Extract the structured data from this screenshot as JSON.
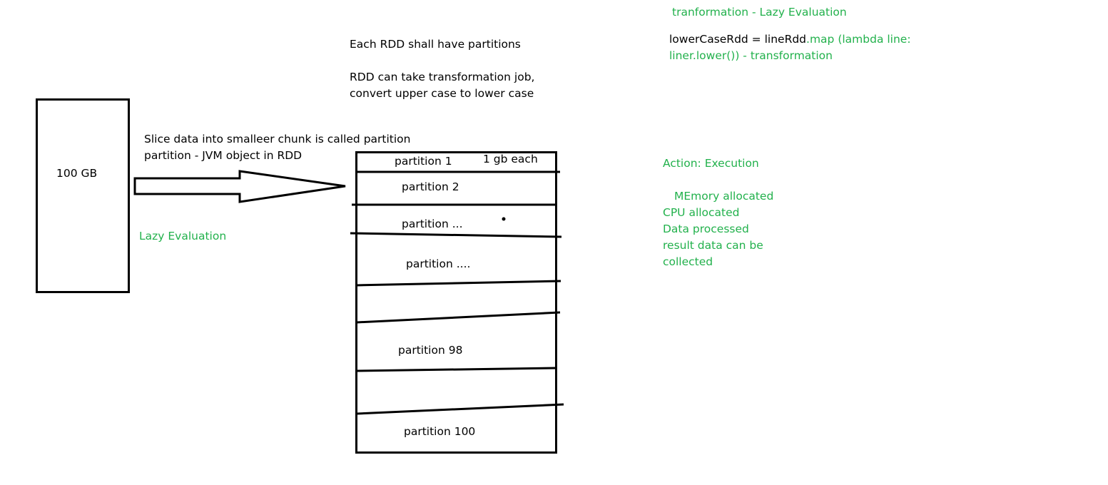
{
  "colors": {
    "ink": "#000000",
    "accent_green": "#22b14c",
    "background": "#ffffff"
  },
  "source_box": {
    "label": "100 GB"
  },
  "arrow_annotation": {
    "line1": "Slice data into smalleer chunk is called partition",
    "line2": "partition - JVM object in RDD"
  },
  "lazy_label": "Lazy Evaluation",
  "rdd_notes": {
    "line1": "Each RDD shall have partitions",
    "line2": "RDD can take transformation job,",
    "line3": "convert upper case to lower case"
  },
  "partitions": {
    "p1": "partition 1",
    "size_note": "1 gb each",
    "p2": "partition 2",
    "p3": "partition ...",
    "p4": "partition ....",
    "p98": "partition 98",
    "p100": "partition 100"
  },
  "transformation": {
    "heading": "tranformation  - Lazy Evaluation",
    "code_black": "lowerCaseRdd = lineRdd",
    "code_green": ".map (lambda line:",
    "code_line2": "liner.lower()) - transformation"
  },
  "action": {
    "heading": "Action: Execution",
    "items": [
      "MEmory allocated",
      "CPU allocated",
      "Data processed",
      "result data can be",
      "collected"
    ]
  }
}
